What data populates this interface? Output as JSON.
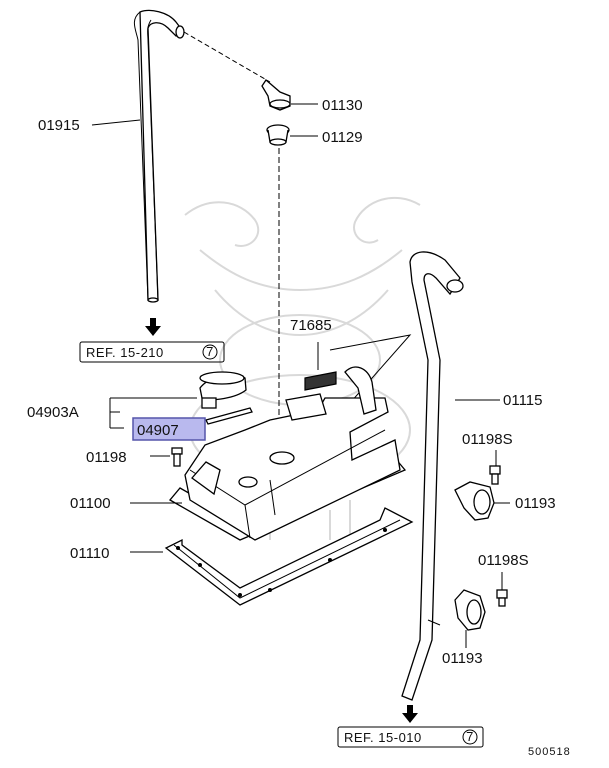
{
  "parts": {
    "p01915": "01915",
    "p01130": "01130",
    "p01129": "01129",
    "p71685": "71685",
    "p04903A": "04903A",
    "p04907": "04907",
    "p01198": "01198",
    "p01100": "01100",
    "p01110": "01110",
    "p01115": "01115",
    "p01198S_a": "01198S",
    "p01193_a": "01193",
    "p01198S_b": "01198S",
    "p01193_b": "01193"
  },
  "refs": {
    "top": {
      "text": "REF. 15-210",
      "circle": "7"
    },
    "bottom": {
      "text": "REF. 15-010",
      "circle": "7"
    }
  },
  "diagram_id": "500518",
  "colors": {
    "highlight_fill": "#b9b9ee",
    "highlight_border": "#5555aa",
    "line": "#000000",
    "watermark": "#d9d9d9"
  }
}
